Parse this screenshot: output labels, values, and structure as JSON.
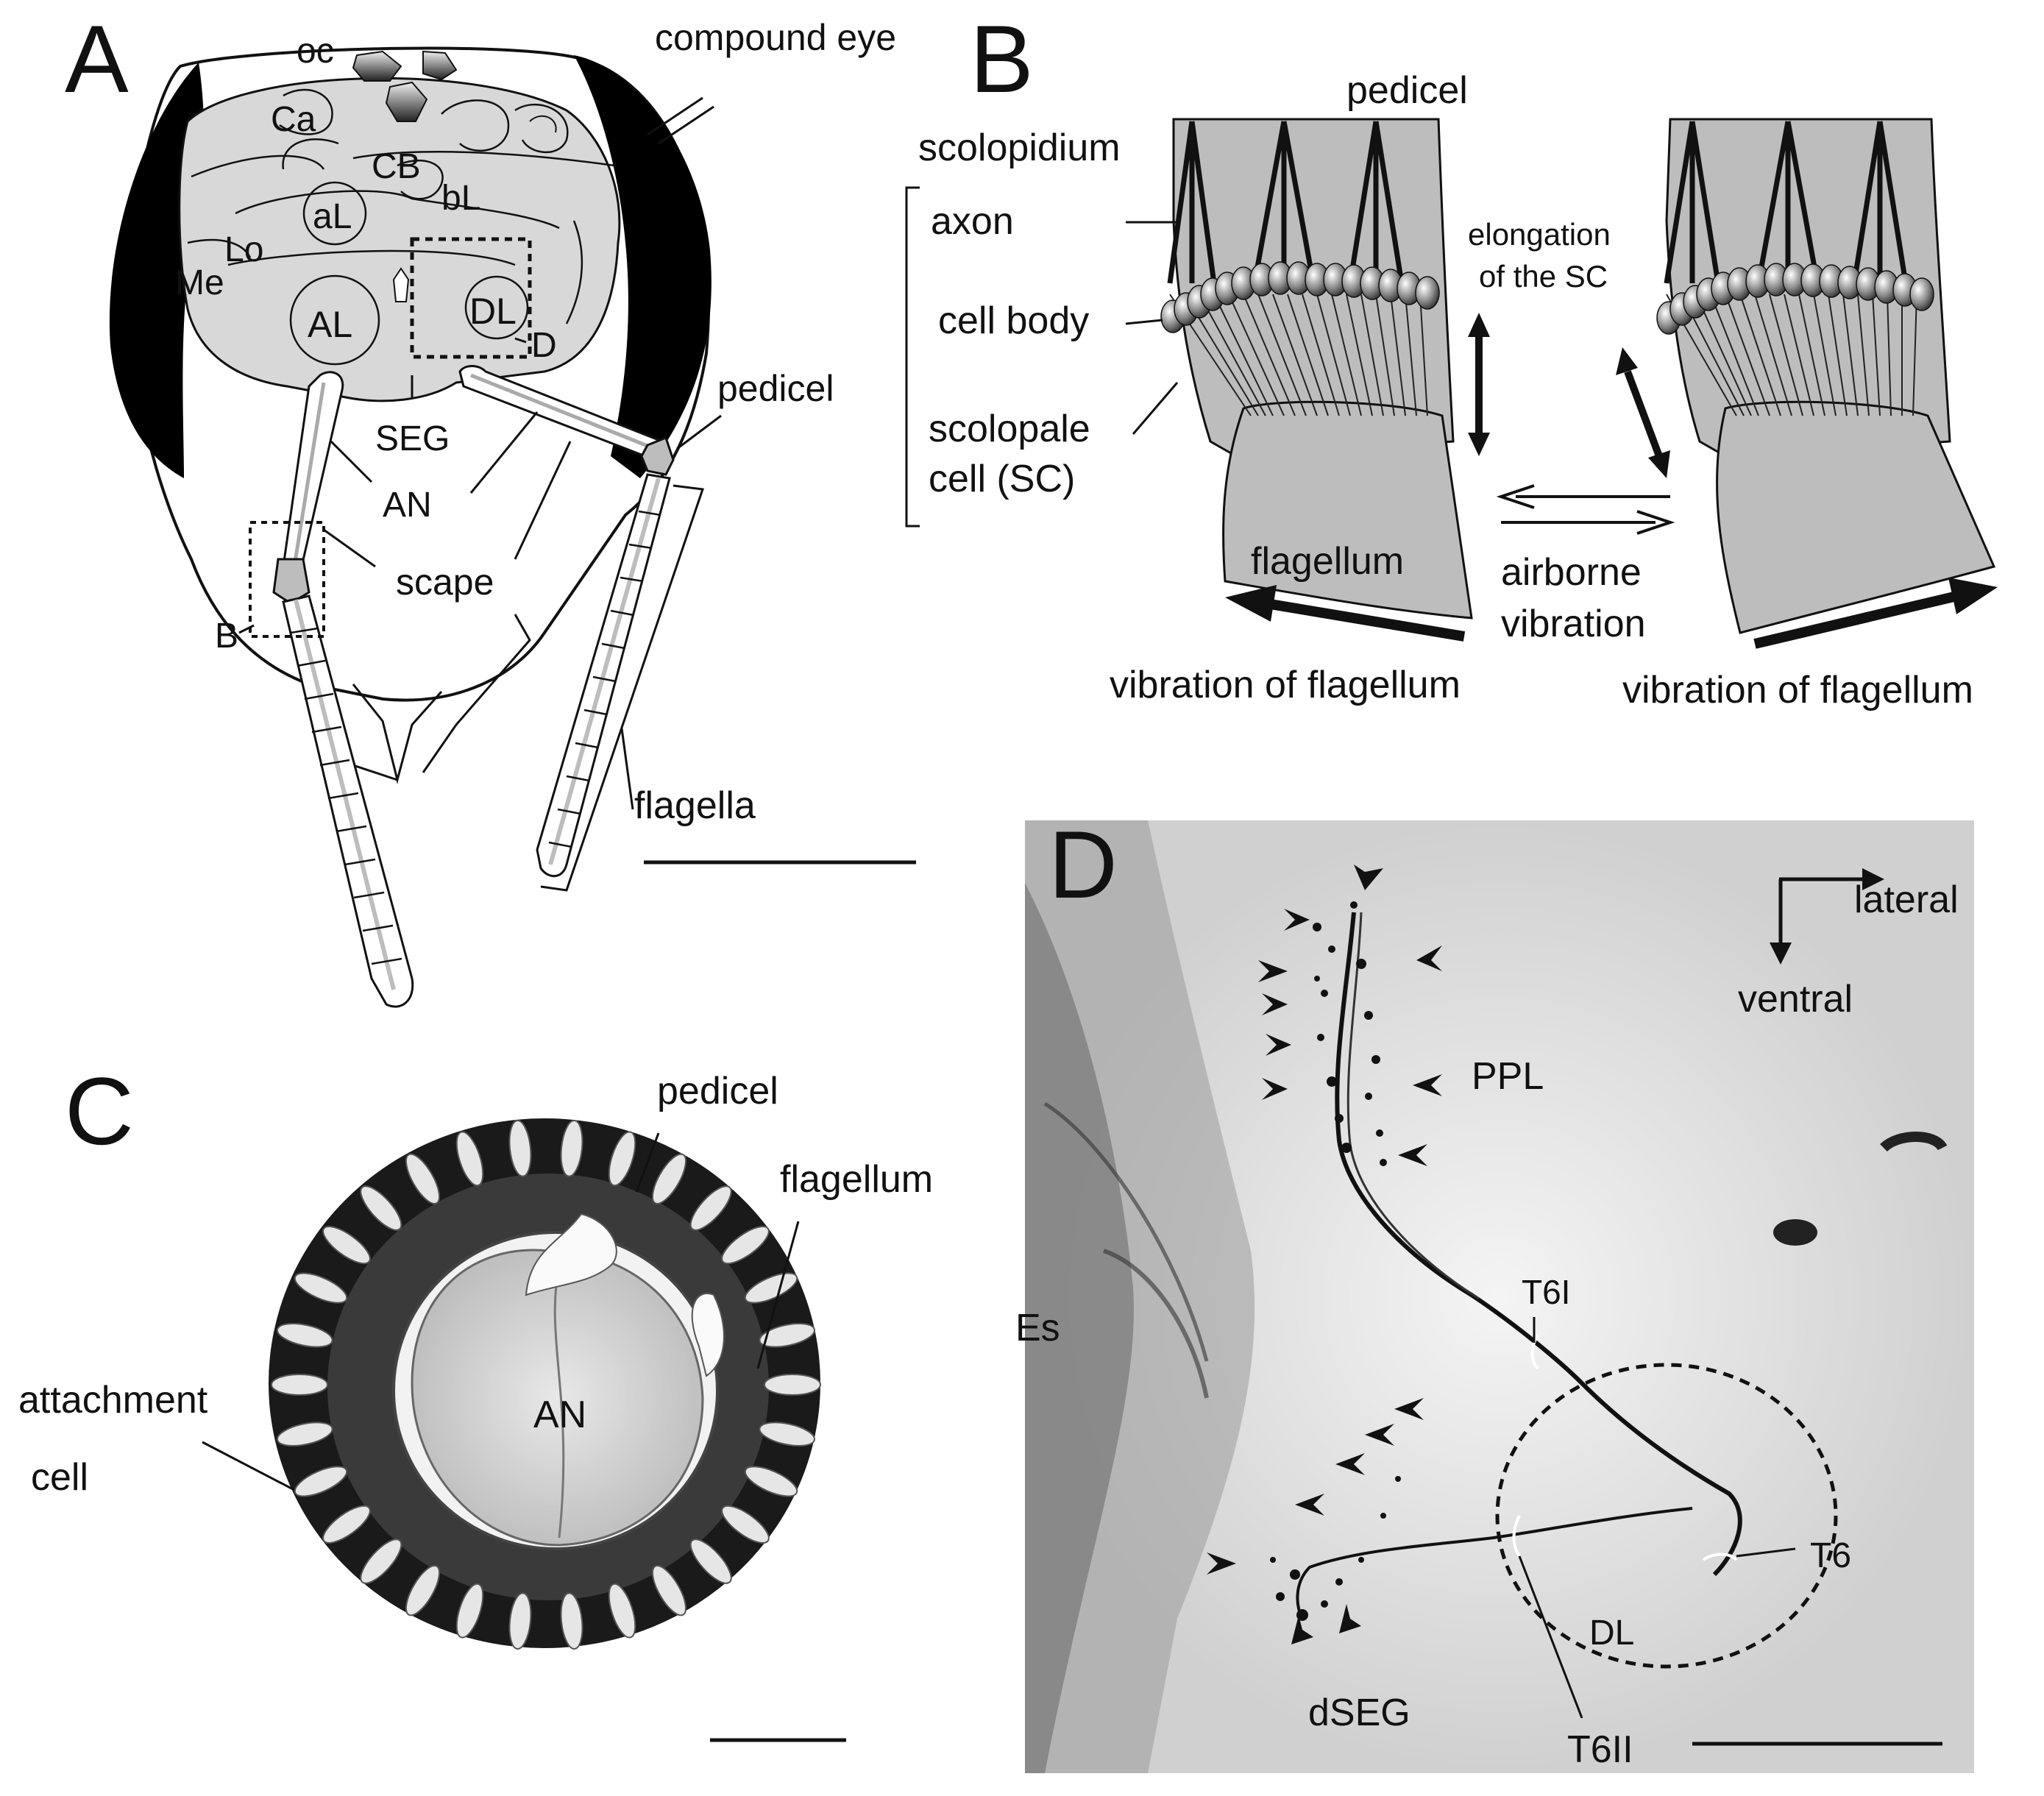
{
  "panels": {
    "a": {
      "letter": "A",
      "labels": {
        "oc": "oc",
        "compound_eye": "compound eye",
        "ca": "Ca",
        "cb": "CB",
        "al_lower": "aL",
        "bl": "bL",
        "lo": "Lo",
        "me": "Me",
        "al_upper": "AL",
        "dl": "DL",
        "d": "D",
        "seg": "SEG",
        "an": "AN",
        "scape": "scape",
        "pedicel": "pedicel",
        "b": "B",
        "flagella": "flagella"
      }
    },
    "b": {
      "letter": "B",
      "labels": {
        "pedicel": "pedicel",
        "scolopidium": "scolopidium",
        "axon": "axon",
        "cell_body": "cell body",
        "scolopale_1": "scolopale",
        "scolopale_2": "cell (SC)",
        "elongation_1": "elongation",
        "elongation_2": "of the SC",
        "flagellum": "flagellum",
        "airborne": "airborne",
        "vibration": "vibration",
        "vib_left": "vibration of flagellum",
        "vib_right": "vibration of flagellum"
      }
    },
    "c": {
      "letter": "C",
      "labels": {
        "pedicel": "pedicel",
        "flagellum": "flagellum",
        "attachment": "attachment",
        "cell": "cell",
        "an": "AN"
      }
    },
    "d": {
      "letter": "D",
      "labels": {
        "lateral": "lateral",
        "ventral": "ventral",
        "ppl": "PPL",
        "es": "Es",
        "t6i": "T6I",
        "t6": "T6",
        "dl": "DL",
        "t6ii": "T6II",
        "dseg": "dSEG"
      }
    }
  },
  "colors": {
    "ink": "#111111",
    "brain_fill": "#d8d8d8",
    "eye_fill": "#000000",
    "organ_gray": "#bdbdbd",
    "micrograph_bg": "#dedede"
  }
}
